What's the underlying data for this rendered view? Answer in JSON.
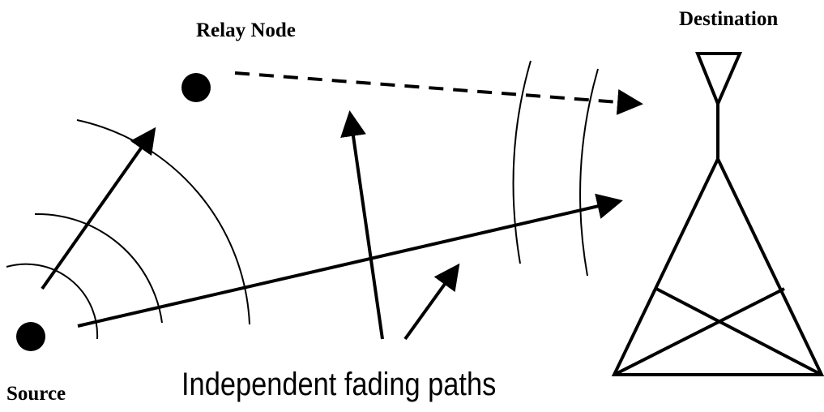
{
  "labels": {
    "relay_node": "Relay Node",
    "destination": "Destination",
    "source": "Source",
    "caption": "Independent fading paths"
  },
  "colors": {
    "ink": "#000000",
    "background": "#ffffff"
  }
}
